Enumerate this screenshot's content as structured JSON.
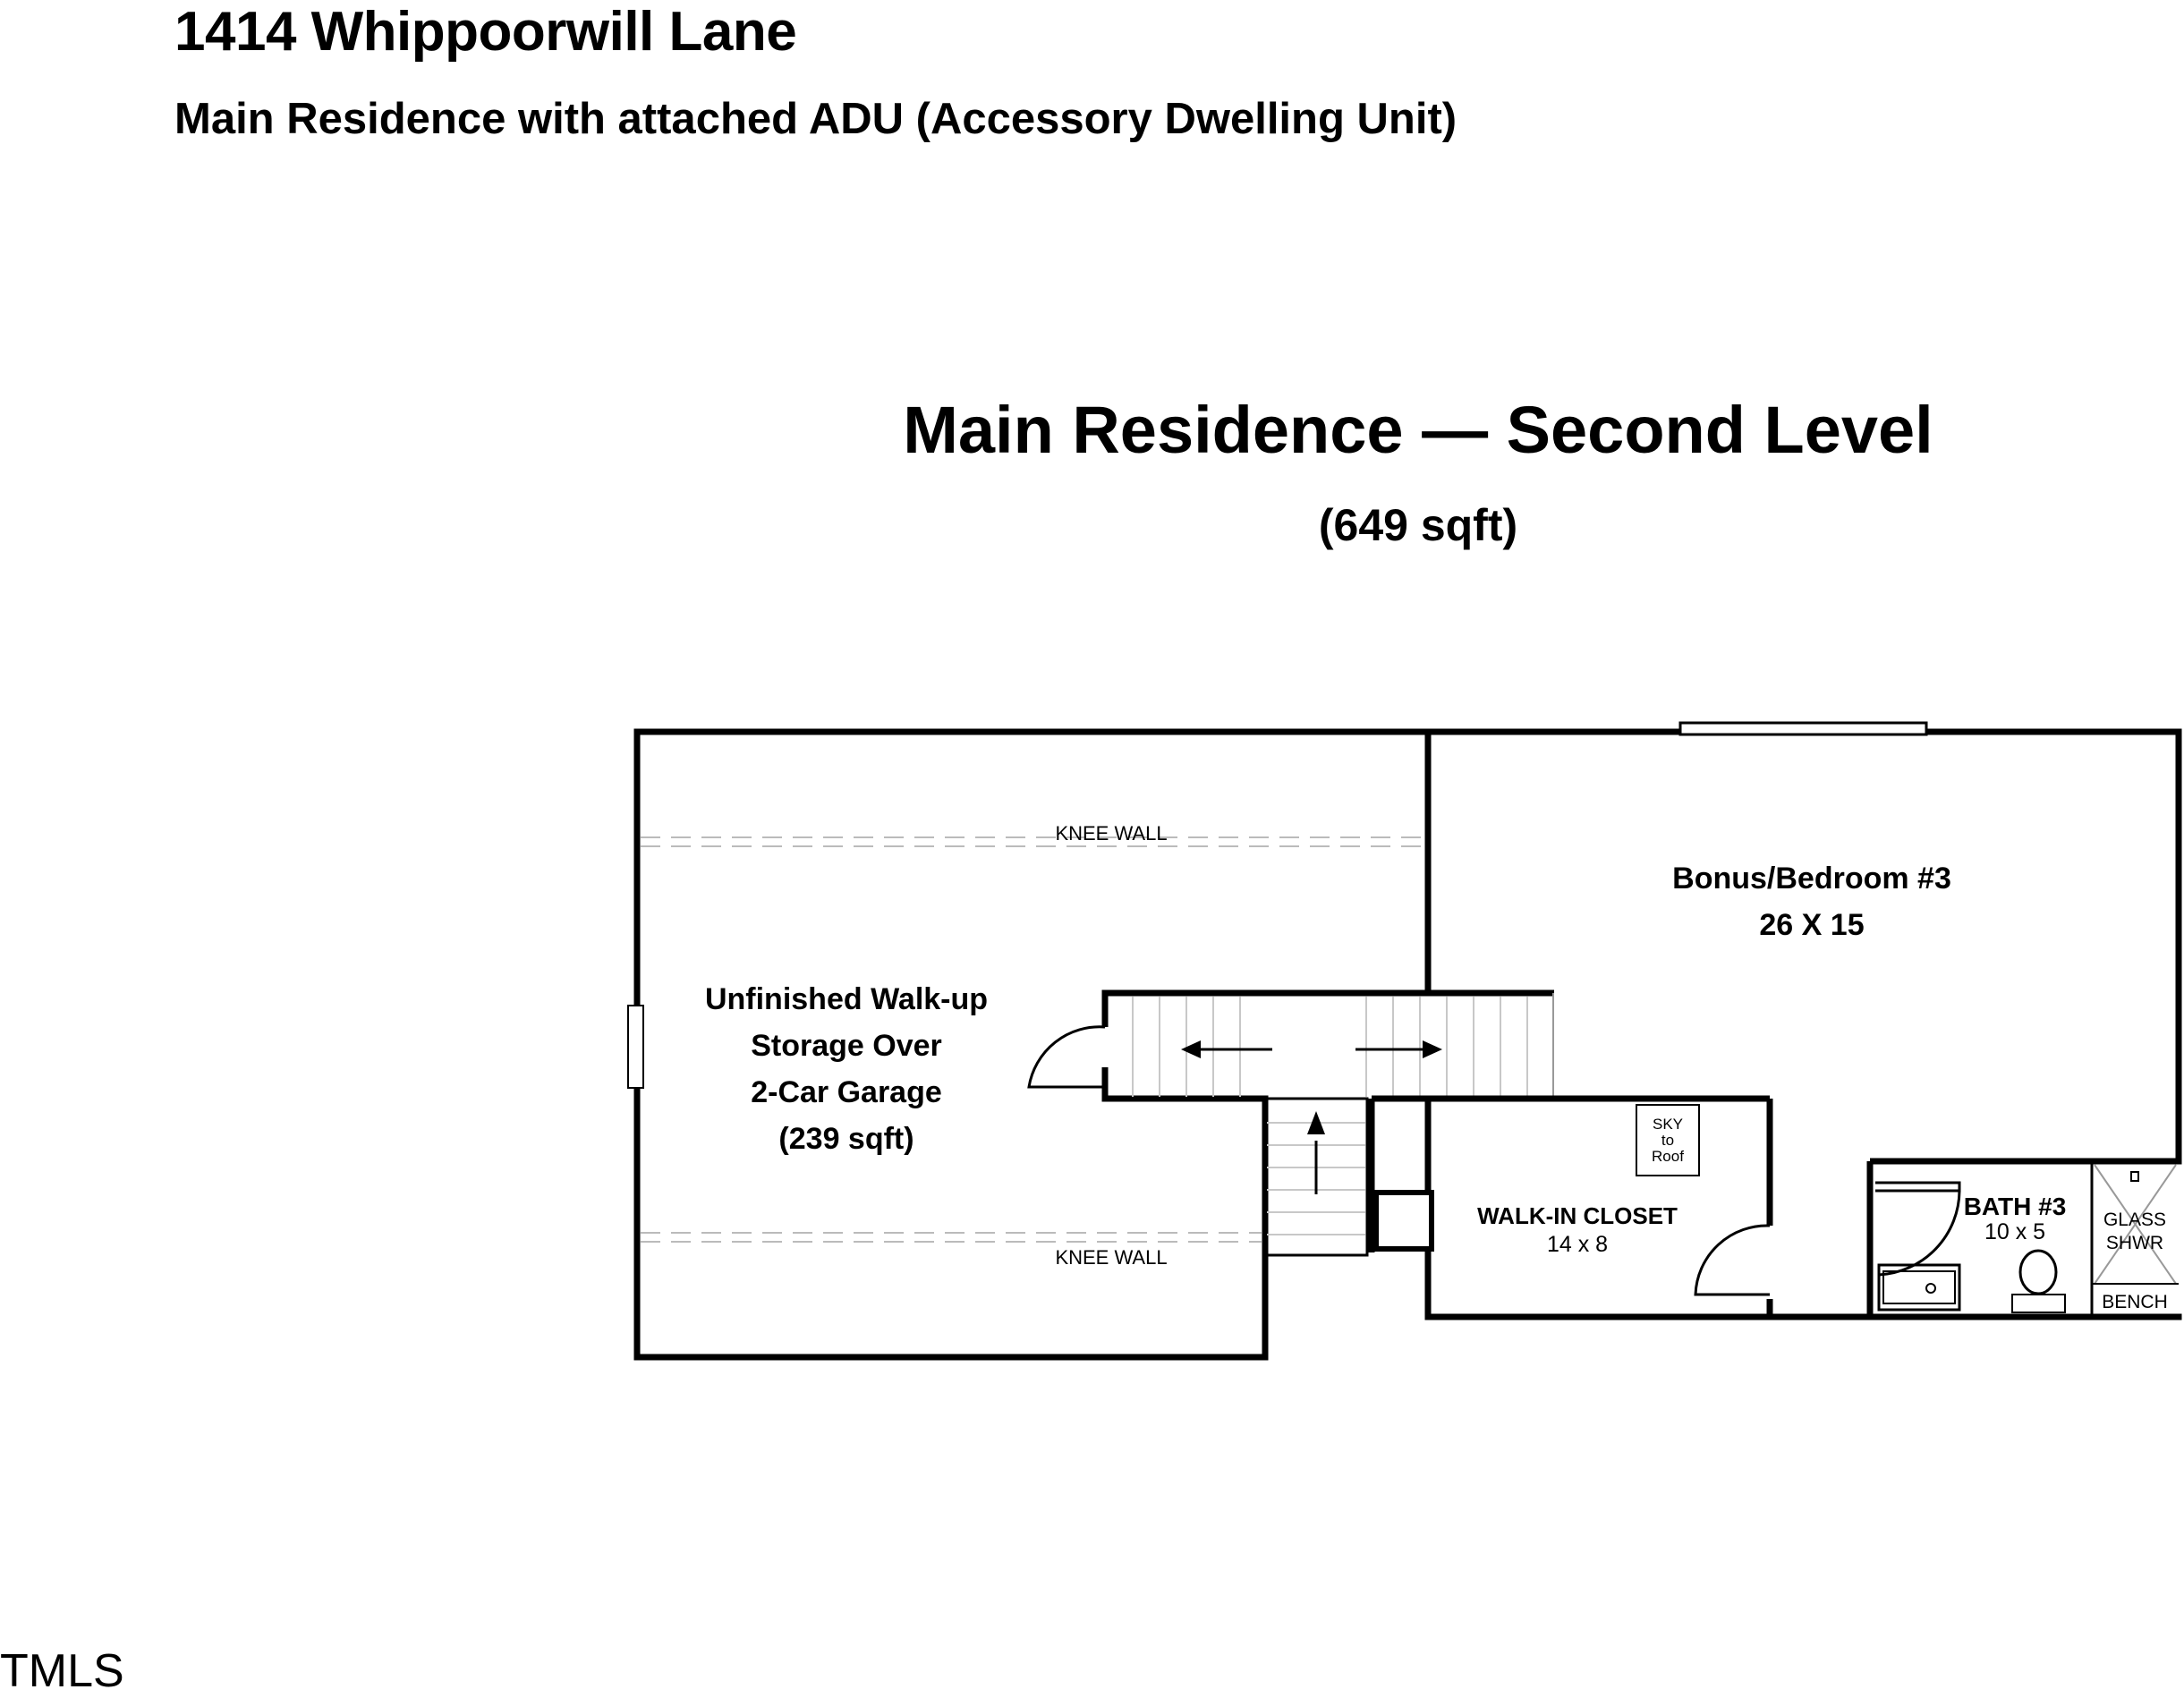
{
  "header": {
    "address": "1414 Whippoorwill Lane",
    "subtitle": "Main Residence with attached ADU (Accessory Dwelling Unit)"
  },
  "level": {
    "title": "Main Residence — Second Level",
    "sqft": "(649 sqft)"
  },
  "rooms": {
    "storage": {
      "line1": "Unfinished Walk-up",
      "line2": "Storage Over",
      "line3": "2-Car Garage",
      "line4": "(239 sqft)"
    },
    "bonus": {
      "name": "Bonus/Bedroom #3",
      "size": "26 X 15"
    },
    "closet": {
      "name": "WALK-IN CLOSET",
      "size": "14 x 8"
    },
    "bath": {
      "name": "BATH #3",
      "size": "10 x 5"
    }
  },
  "labels": {
    "knee_wall_top": "KNEE WALL",
    "knee_wall_bottom": "KNEE WALL",
    "sky_1": "SKY",
    "sky_2": "to",
    "sky_3": "Roof",
    "shower_1": "GLASS",
    "shower_2": "SHWR",
    "bench": "BENCH"
  },
  "watermark": "TMLS"
}
